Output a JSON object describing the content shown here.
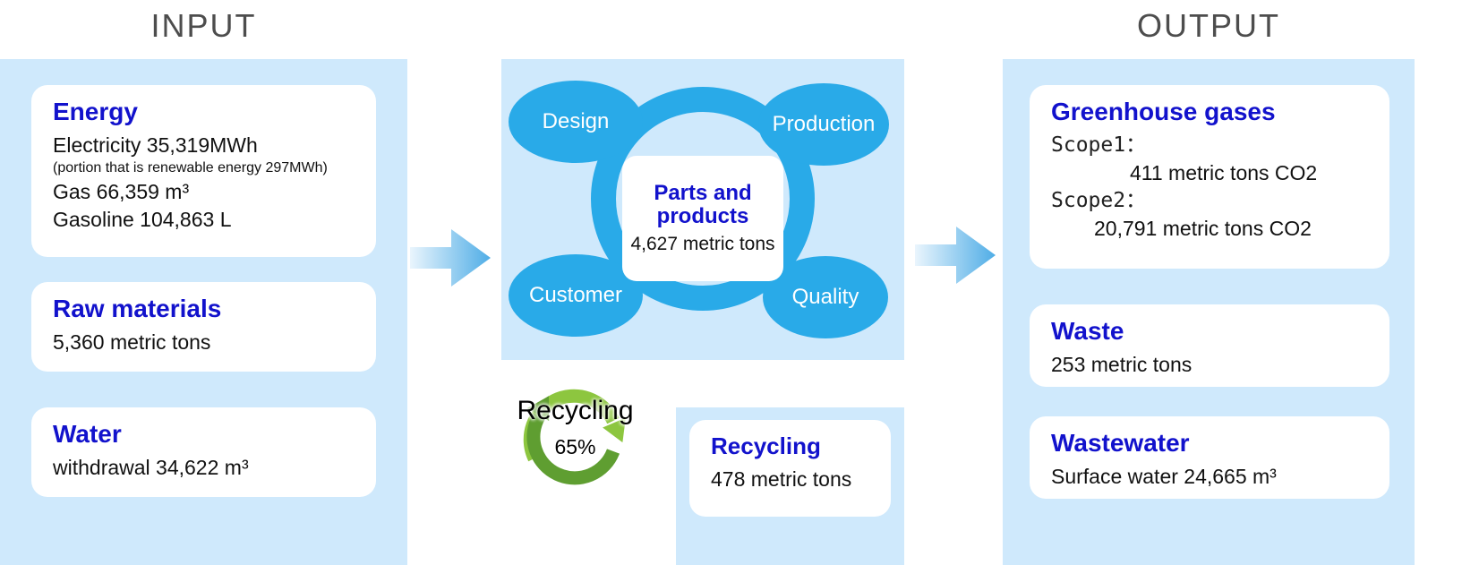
{
  "input": {
    "title": "INPUT",
    "cards": [
      {
        "title": "Energy",
        "lines": [
          "Electricity 35,319MWh",
          "(portion that is renewable energy 297MWh)",
          "Gas 66,359 m³",
          "Gasoline 104,863 L"
        ]
      },
      {
        "title": "Raw materials",
        "lines": [
          "5,360 metric tons"
        ]
      },
      {
        "title": "Water",
        "lines": [
          "withdrawal 34,622 m³"
        ]
      }
    ]
  },
  "process": {
    "nodes": [
      "Design",
      "Production",
      "Customer",
      "Quality"
    ],
    "center": {
      "title": "Parts and products",
      "value": "4,627 metric tons"
    }
  },
  "recycling": {
    "icon_label": "Recycling",
    "icon_percent": "65%",
    "card_title": "Recycling",
    "card_value": "478 metric tons"
  },
  "output": {
    "title": "OUTPUT",
    "cards": [
      {
        "title": "Greenhouse gases",
        "lines": [
          "Scope1：",
          "411 metric tons CO2",
          "Scope2：",
          "20,791 metric tons CO2"
        ]
      },
      {
        "title": "Waste",
        "lines": [
          "253 metric tons"
        ]
      },
      {
        "title": "Wastewater",
        "lines": [
          "Surface water 24,665 m³"
        ]
      }
    ]
  },
  "colors": {
    "panel_blue": "#cfe9fc",
    "node_blue": "#29aae8",
    "heading_blue": "#1212cc",
    "arrow_blue": "#4fade6",
    "recycle_green_light": "#8dc63f",
    "recycle_green_dark": "#5f9e31",
    "title_gray": "#4d4d4d"
  }
}
